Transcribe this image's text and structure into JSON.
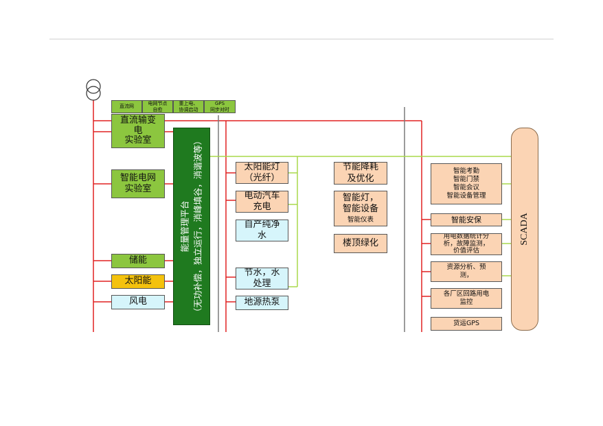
{
  "top_tags": [
    {
      "id": "dc",
      "text": "直流网"
    },
    {
      "id": "node",
      "text": "电网节点\n自愈"
    },
    {
      "id": "coord",
      "text": "重上电、\n协调启动"
    },
    {
      "id": "gps",
      "text": "GPS\n同步对时"
    }
  ],
  "left_boxes": [
    {
      "id": "dc-lab",
      "text": "直流输变\n电\n实验室"
    },
    {
      "id": "smart-grid-lab",
      "text": "智能电网\n实验室"
    },
    {
      "id": "storage",
      "text": "储能"
    },
    {
      "id": "solar",
      "text": "太阳能"
    },
    {
      "id": "wind",
      "text": "风电"
    }
  ],
  "platform": {
    "text": "能量管理平台\n（无功补偿，独立运行，消峰填谷，消谐波等）"
  },
  "middle_boxes": [
    {
      "id": "solar-lamp",
      "text": "太阳能灯\n（光纤）"
    },
    {
      "id": "ev-charging",
      "text": "电动汽车\n充电"
    },
    {
      "id": "pure-water",
      "text": "自产纯净\n水"
    },
    {
      "id": "water-saving",
      "text": "节水，水\n处理"
    },
    {
      "id": "ground-heat-pump",
      "text": "地源热泵"
    }
  ],
  "center_boxes": [
    {
      "id": "energy-saving",
      "text": "节能降耗\n及优化"
    },
    {
      "id": "smart-lamp",
      "text": "智能灯，\n智能设备"
    },
    {
      "id": "smart-meter",
      "text": "智能仪表"
    },
    {
      "id": "roof-green",
      "text": "楼顶绿化"
    }
  ],
  "right_boxes": [
    {
      "id": "smart-mgmt",
      "text": "智能考勤\n智能门禁\n智能会议\n智能设备管理"
    },
    {
      "id": "smart-security",
      "text": "智能安保"
    },
    {
      "id": "power-stats",
      "text": "用电数据统计分\n析，故障监测，\n价值评估"
    },
    {
      "id": "resource-analysis",
      "text": "资源分析、预\n测，"
    },
    {
      "id": "circuit-monitor",
      "text": "各厂区回路用电\n监控"
    },
    {
      "id": "freight-gps",
      "text": "货运GPS"
    }
  ],
  "scada": {
    "text": "SCADA"
  },
  "colors": {
    "red": "#e02020",
    "green_line": "#a8d84a",
    "gray_line": "#7a7a7a"
  }
}
